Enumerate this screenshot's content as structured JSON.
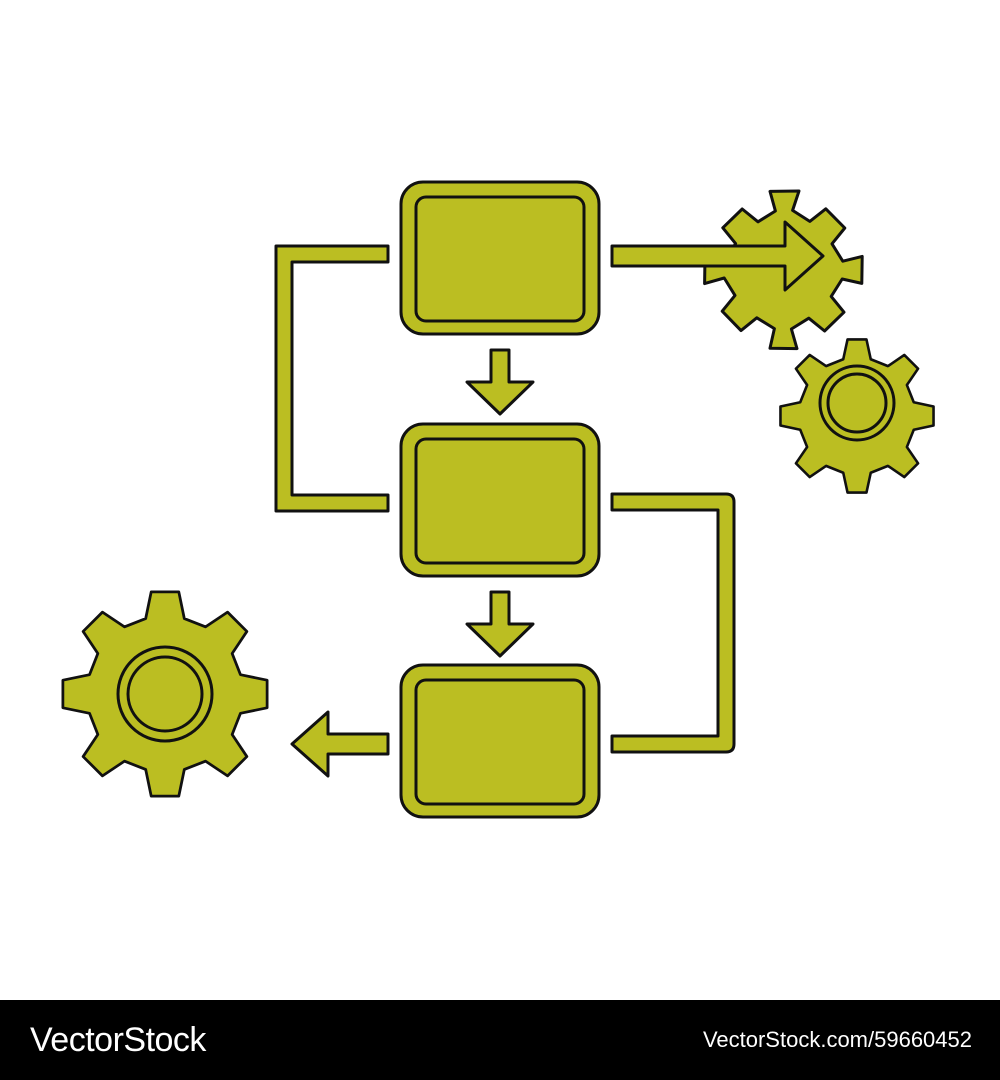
{
  "colors": {
    "fill": "#bbbe22",
    "stroke": "#111111",
    "background": "#ffffff",
    "footer_bg": "#000000",
    "footer_text": "#ffffff"
  },
  "icons": [
    "process-box",
    "down-arrow",
    "right-arrow",
    "left-arrow",
    "gear-icon",
    "flowchart-connector"
  ],
  "footer": {
    "brand": "VectorStock",
    "url": "VectorStock.com/59660452"
  }
}
